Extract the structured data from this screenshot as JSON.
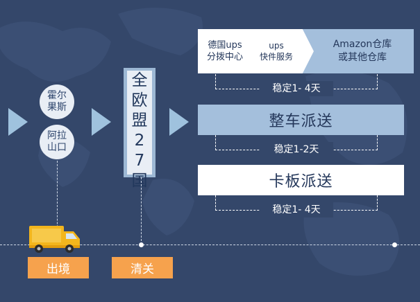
{
  "entry_circles": {
    "first": {
      "line1": "霍尔",
      "line2": "果斯"
    },
    "second": {
      "line1": "阿拉",
      "line2": "山口"
    }
  },
  "eu_box": {
    "chars": [
      "全",
      "欧",
      "盟",
      "2",
      "7",
      "国"
    ]
  },
  "ups_route": {
    "step1": {
      "line1": "德国ups",
      "line2": "分拨中心"
    },
    "step2": {
      "line1": "ups",
      "line2": "快件服务"
    },
    "step3": {
      "line1": "Amazon仓库",
      "line2": "或其他仓库"
    },
    "timing": "稳定1- 4天"
  },
  "full_truck": {
    "label": "整车派送",
    "timing": "稳定1-2天"
  },
  "pallet": {
    "label": "卡板派送",
    "timing": "稳定1- 4天"
  },
  "timeline": {
    "exit_label": "出境",
    "customs_label": "清关"
  },
  "colors": {
    "background": "#34476a",
    "light_blue": "#a4bfdc",
    "orange": "#f6a24d",
    "truck_yellow": "#f3b61d"
  }
}
